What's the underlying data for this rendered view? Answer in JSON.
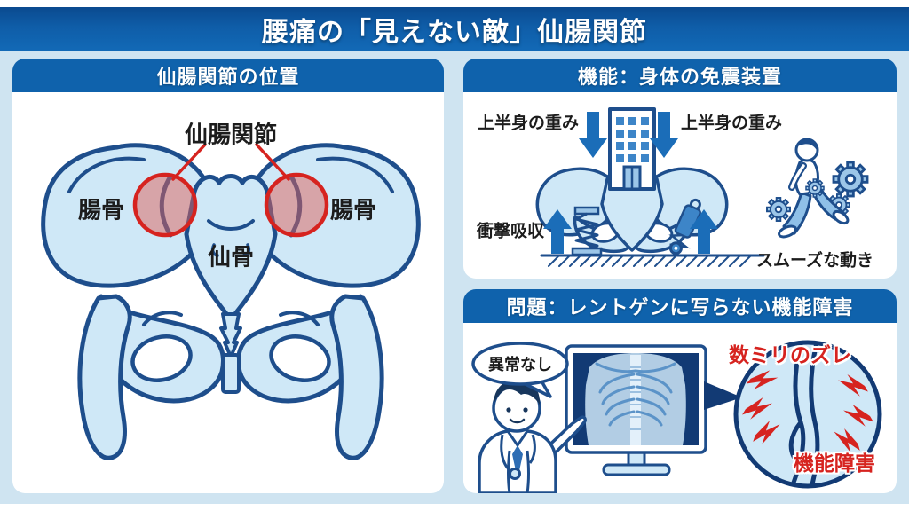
{
  "banner": {
    "title": "腰痛の「見えない敵」仙腸関節"
  },
  "location_panel": {
    "header": "仙腸関節の位置",
    "joint_label": "仙腸関節",
    "ilium_left": "腸骨",
    "ilium_right": "腸骨",
    "sacrum_label": "仙骨"
  },
  "function_panel": {
    "header": "機能：身体の免震装置",
    "upper_weight_left": "上半身の重み",
    "upper_weight_right": "上半身の重み",
    "shock_absorption": "衝撃吸収",
    "smooth_motion": "スムーズな動き"
  },
  "problem_panel": {
    "header": "問題：レントゲンに写らない機能障害",
    "doctor_speech": "異常なし",
    "misalignment_label": "数ミリのズレ",
    "dysfunction_label": "機能障害"
  },
  "colors": {
    "banner_blue": "#0f5da8",
    "header_blue": "#0f62ac",
    "page_bg": "#cfe4f1",
    "outline_navy": "#1e4e8c",
    "bone_fill": "#cfe8f7",
    "accent_red": "#d6231f",
    "arrow_blue": "#1b6db8",
    "screen_navy": "#123a74"
  }
}
